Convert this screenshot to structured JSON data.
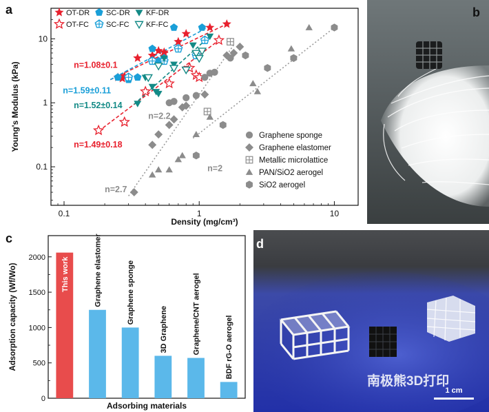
{
  "panels": {
    "a": "a",
    "b": "b",
    "c": "c",
    "d": "d"
  },
  "watermark": "南极熊3D打印",
  "scale_bar_label": "1 cm",
  "chart_data": [
    {
      "type": "scatter",
      "panel": "a",
      "xlabel": "Density (mg/cm³)",
      "ylabel": "Young's Modulus (kPa)",
      "x_scale": "log",
      "y_scale": "log",
      "xlim": [
        0.08,
        15
      ],
      "ylim": [
        0.025,
        30
      ],
      "x_ticks": [
        0.1,
        1,
        10
      ],
      "x_tick_labels": [
        "0.1",
        "1",
        "10"
      ],
      "y_ticks": [
        0.1,
        1,
        10
      ],
      "y_tick_labels": [
        "0.1",
        "1",
        "10"
      ],
      "legend_placement": "bottom-right",
      "series": [
        {
          "name": "OT-DR",
          "marker": "star",
          "filled": true,
          "color": "#e8212e",
          "points": [
            [
              0.25,
              2.5
            ],
            [
              0.27,
              2.4
            ],
            [
              0.28,
              2.6
            ],
            [
              0.35,
              5
            ],
            [
              0.45,
              5.5
            ],
            [
              0.5,
              6.5
            ],
            [
              0.55,
              6.2
            ],
            [
              0.7,
              9
            ],
            [
              0.8,
              12
            ],
            [
              1.2,
              15
            ],
            [
              1.6,
              17
            ]
          ]
        },
        {
          "name": "OT-FC",
          "marker": "star",
          "filled": false,
          "color": "#e8212e",
          "points": [
            [
              0.18,
              0.37
            ],
            [
              0.28,
              0.5
            ],
            [
              0.4,
              1.5
            ],
            [
              0.6,
              2
            ],
            [
              0.85,
              3.5
            ],
            [
              0.95,
              2.7
            ],
            [
              1.0,
              2.5
            ],
            [
              1.4,
              9.5
            ]
          ]
        },
        {
          "name": "SC-DR",
          "marker": "pentagon",
          "filled": true,
          "color": "#1a9fd8",
          "points": [
            [
              0.25,
              2.5
            ],
            [
              0.3,
              2.3
            ],
            [
              0.35,
              2.5
            ],
            [
              0.45,
              7
            ],
            [
              0.5,
              4.5
            ],
            [
              0.55,
              5
            ],
            [
              0.65,
              15
            ],
            [
              1.05,
              15
            ]
          ]
        },
        {
          "name": "SC-FC",
          "marker": "pentagon-cross",
          "filled": false,
          "color": "#1a9fd8",
          "points": [
            [
              0.3,
              2.5
            ],
            [
              0.45,
              4.5
            ],
            [
              0.55,
              4.5
            ],
            [
              0.7,
              7
            ],
            [
              0.95,
              5.5
            ],
            [
              1.1,
              9.5
            ]
          ]
        },
        {
          "name": "KF-DR",
          "marker": "triangle-down",
          "filled": true,
          "color": "#138a86",
          "points": [
            [
              0.35,
              0.98
            ],
            [
              0.4,
              2.5
            ],
            [
              0.45,
              1.8
            ],
            [
              0.48,
              1.5
            ],
            [
              0.5,
              1.4
            ],
            [
              0.55,
              5
            ],
            [
              0.65,
              4
            ],
            [
              0.9,
              8
            ],
            [
              1.2,
              11
            ]
          ]
        },
        {
          "name": "KF-FC",
          "marker": "triangle-down",
          "filled": false,
          "color": "#138a86",
          "points": [
            [
              0.42,
              2.5
            ],
            [
              0.5,
              3.8
            ],
            [
              0.65,
              3.5
            ],
            [
              0.8,
              3.3
            ],
            [
              0.95,
              6
            ],
            [
              1.0,
              5
            ],
            [
              1.05,
              6.5
            ]
          ]
        },
        {
          "name": "Graphene sponge",
          "marker": "circle",
          "filled": true,
          "color": "#8c8c8c",
          "points": [
            [
              0.6,
              1.0
            ],
            [
              0.65,
              1.05
            ],
            [
              0.8,
              1.2
            ],
            [
              0.95,
              1.3
            ],
            [
              1.1,
              2.5
            ],
            [
              1.2,
              2.9
            ],
            [
              1.3,
              3.0
            ],
            [
              1.7,
              5
            ]
          ]
        },
        {
          "name": "Graphene elastomer",
          "marker": "diamond",
          "filled": true,
          "color": "#8c8c8c",
          "points": [
            [
              0.33,
              0.04
            ],
            [
              0.45,
              0.22
            ],
            [
              0.5,
              0.32
            ],
            [
              0.6,
              0.45
            ],
            [
              0.65,
              0.55
            ],
            [
              0.75,
              0.85
            ],
            [
              0.8,
              0.9
            ],
            [
              1.1,
              1.35
            ],
            [
              1.6,
              5.5
            ],
            [
              1.8,
              6
            ],
            [
              2.0,
              7.5
            ]
          ]
        },
        {
          "name": "Metallic microlattice",
          "marker": "square-cross",
          "filled": false,
          "color": "#8c8c8c",
          "points": [
            [
              1.15,
              0.73
            ],
            [
              1.7,
              9
            ]
          ]
        },
        {
          "name": "PAN/SiO2 aerogel",
          "marker": "triangle-up",
          "filled": true,
          "color": "#8c8c8c",
          "points": [
            [
              0.45,
              0.075
            ],
            [
              0.5,
              0.09
            ],
            [
              0.6,
              0.09
            ],
            [
              0.7,
              0.13
            ],
            [
              0.75,
              0.15
            ],
            [
              0.95,
              0.32
            ],
            [
              1.2,
              0.6
            ],
            [
              2.5,
              2
            ],
            [
              2.7,
              1.5
            ],
            [
              4.8,
              7
            ],
            [
              6.5,
              15
            ]
          ]
        },
        {
          "name": "SiO2 aerogel",
          "marker": "hexagon",
          "filled": true,
          "color": "#8c8c8c",
          "points": [
            [
              0.95,
              0.15
            ],
            [
              1.5,
              0.45
            ],
            [
              2.2,
              5.5
            ],
            [
              3.2,
              3.5
            ],
            [
              5,
              5
            ],
            [
              10,
              15
            ]
          ]
        }
      ],
      "fit_lines": [
        {
          "color": "#e8212e",
          "from": [
            0.22,
            2.3
          ],
          "to": [
            1.6,
            17
          ]
        },
        {
          "color": "#e8212e",
          "from": [
            0.18,
            0.36
          ],
          "to": [
            1.4,
            9.5
          ]
        },
        {
          "color": "#1a9fd8",
          "from": [
            0.22,
            2.3
          ],
          "to": [
            1.15,
            15
          ]
        },
        {
          "color": "#138a86",
          "from": [
            0.33,
            0.95
          ],
          "to": [
            1.2,
            11
          ]
        },
        {
          "color": "#9a9a9a",
          "from": [
            0.3,
            0.035
          ],
          "to": [
            1.8,
            8
          ]
        },
        {
          "color": "#9a9a9a",
          "from": [
            0.9,
            0.28
          ],
          "to": [
            10,
            15
          ]
        }
      ],
      "annotations": [
        {
          "text": "n=1.08±0.1",
          "color": "#e8212e",
          "x": 0.118,
          "y": 3.5
        },
        {
          "text": "n=1.59±0.11",
          "color": "#1a9fd8",
          "x": 0.098,
          "y": 1.4
        },
        {
          "text": "n=1.52±0.14",
          "color": "#138a86",
          "x": 0.118,
          "y": 0.82
        },
        {
          "text": "n=1.49±0.18",
          "color": "#e8212e",
          "x": 0.118,
          "y": 0.2
        },
        {
          "text": "n=2.2",
          "color": "#8c8c8c",
          "x": 0.42,
          "y": 0.56
        },
        {
          "text": "n=2",
          "color": "#8c8c8c",
          "x": 1.15,
          "y": 0.085
        },
        {
          "text": "n=2.7",
          "color": "#8c8c8c",
          "x": 0.2,
          "y": 0.04
        }
      ],
      "legends": [
        {
          "entries": [
            "OT-DR",
            "OT-FC"
          ]
        },
        {
          "entries": [
            "SC-DR",
            "SC-FC"
          ]
        },
        {
          "entries": [
            "KF-DR",
            "KF-FC"
          ]
        },
        {
          "entries": [
            "Graphene sponge",
            "Graphene elastomer",
            "Metallic microlattice",
            "PAN/SiO2 aerogel",
            "SiO2 aerogel"
          ]
        }
      ]
    },
    {
      "type": "bar",
      "panel": "c",
      "categories": [
        "This work",
        "Graphene elastomer",
        "Graphene sponge",
        "3D Graphene",
        "Graphene/CNT aerogel",
        "BDF rG-O aerogel"
      ],
      "values": [
        2060,
        1250,
        1000,
        600,
        570,
        230
      ],
      "colors": [
        "#e84c4c",
        "#5bb8ea",
        "#5bb8ea",
        "#5bb8ea",
        "#5bb8ea",
        "#5bb8ea"
      ],
      "xlabel": "Adsorbing materials",
      "ylabel": "Adsorption capacity (Wf/Wo)",
      "ylim": [
        0,
        2300
      ],
      "y_ticks": [
        0,
        500,
        1000,
        1500,
        2000
      ],
      "y_tick_labels": [
        "0",
        "500",
        "1000",
        "1500",
        "2000"
      ],
      "label_placement": "inside-bar-first, above-bar-others"
    }
  ]
}
